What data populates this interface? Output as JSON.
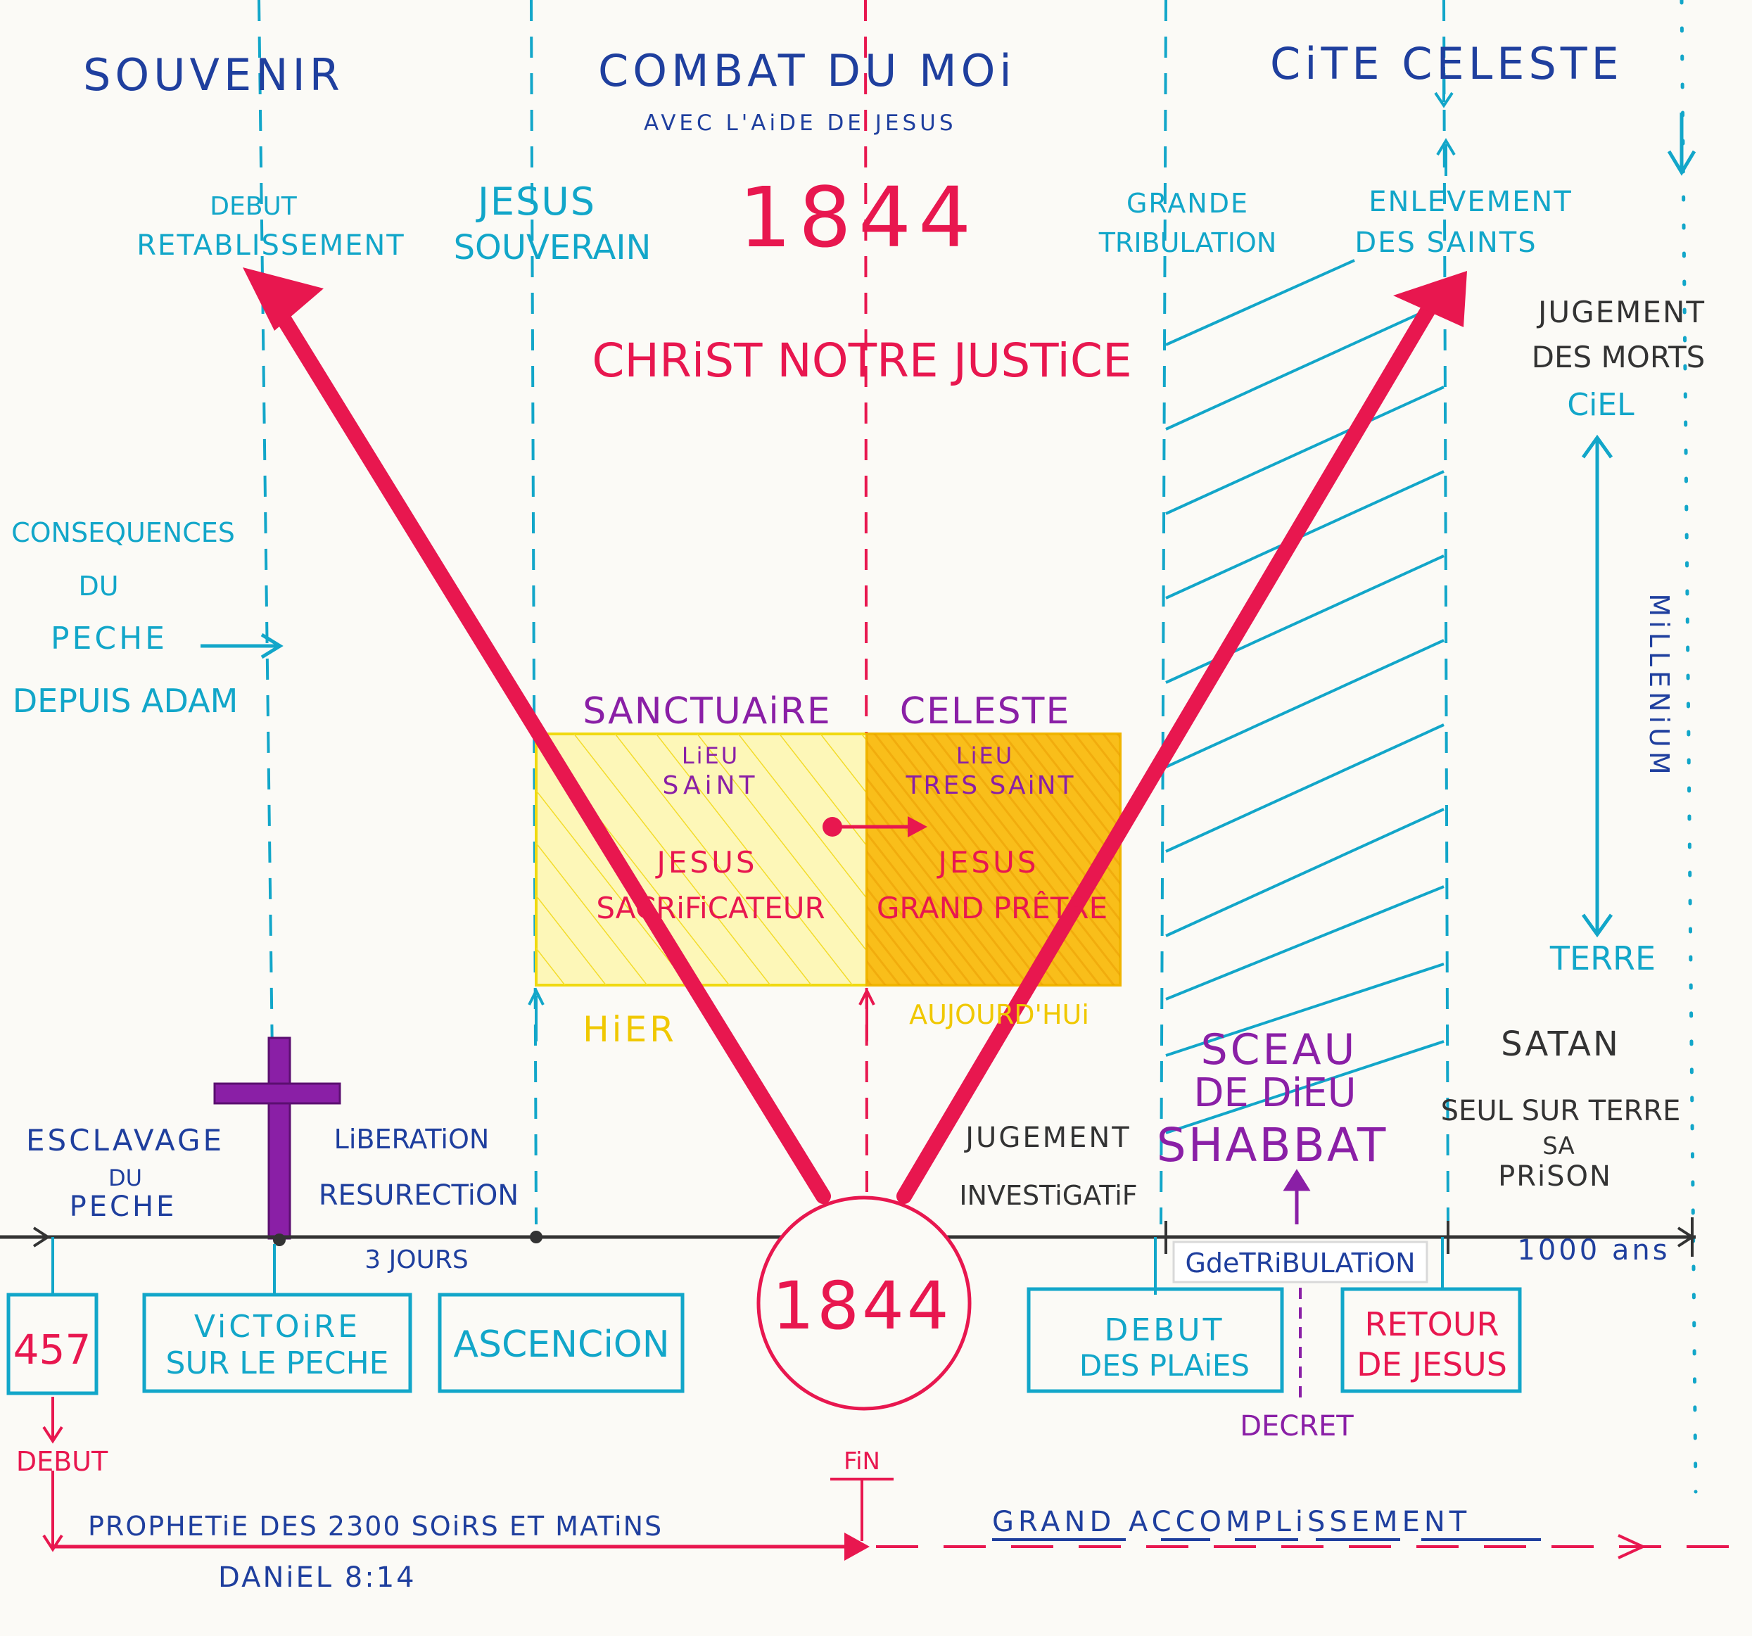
{
  "colors": {
    "blue": "#1f3f9e",
    "cyan": "#12a6c9",
    "red": "#e8174f",
    "magenta": "#d4147a",
    "purple": "#8a1fa6",
    "yellow": "#f7e019",
    "orange": "#f8b80e",
    "black": "#333333"
  },
  "columns": {
    "souvenir": "SOUVENIR",
    "combat_du_moi": "COMBAT DU MOi",
    "combat_subtitle": "AVEC L'AiDE DE JESUS",
    "cite_celeste": "CiTE CELESTE"
  },
  "labels": {
    "debut": "DEBUT",
    "retablissement": "RETABLISSEMENT",
    "jesus": "JESUS",
    "souverain": "SOUVERAIN",
    "year_top": "1844",
    "grande": "GRANDE",
    "tribulation": "TRIBULATION",
    "enlevement": "ENLEVEMENT",
    "des_saints": "DES SAINTS",
    "christ_notre_justice": "CHRiST NOTRE JUSTiCE",
    "jugement": "JUGEMENT",
    "des_morts": "DES MORTS",
    "ciel": "CiEL",
    "millenium": "MiLLENiUM",
    "terre": "TERRE",
    "consequences": "CONSEQUENCES",
    "du": "DU",
    "peche": "PECHE",
    "depuis_adam": "DEPUIS ADAM",
    "sanctuaire": "SANCTUAiRE",
    "celeste": "CELESTE",
    "lieu": "LiEU",
    "saint": "SAiNT",
    "lieu2": "LiEU",
    "tres_saint": "TRES SAiNT",
    "jesus_sacrificateur_1": "JESUS",
    "jesus_sacrificateur_2": "SACRiFiCATEUR",
    "jesus_grand_pretre_1": "JESUS",
    "jesus_grand_pretre_2": "GRAND PRÊTRE",
    "hier": "HiER",
    "aujourdhui": "AUJOURD'HUi",
    "sceau": "SCEAU",
    "de_dieu": "DE DiEU",
    "shabbat": "SHABBAT",
    "satan": "SATAN",
    "seul_sur_terre": "SEUL SUR TERRE",
    "sa": "SA",
    "prison": "PRiSON",
    "esclavage": "ESCLAVAGE",
    "du2": "DU",
    "peche2": "PECHE",
    "liberation": "LiBERATiON",
    "resurection": "RESURECTiON",
    "jugement2": "JUGEMENT",
    "investigatif": "INVESTiGATiF",
    "trois_jours": "3 JOURS",
    "gde_tribulation": "GdeTRiBULATiON",
    "mille_ans": "1000 ans",
    "decret": "DECRET",
    "fin": "FiN",
    "debut2": "DEBUT",
    "prophetie": "PROPHETiE DES 2300 SOiRS ET MATiNS",
    "daniel": "DANiEL 8:14",
    "grand_accomplissement": "GRAND ACCOMPLiSSEMENT"
  },
  "boxes": {
    "b457": "457",
    "victoire_1": "ViCTOiRE",
    "victoire_2": "SUR LE PECHE",
    "ascencion": "ASCENCiON",
    "year_circle": "1844",
    "debut_plaies_1": "DEBUT",
    "debut_plaies_2": "DES PLAiES",
    "retour_1": "RETOUR",
    "retour_2": "DE JESUS"
  }
}
